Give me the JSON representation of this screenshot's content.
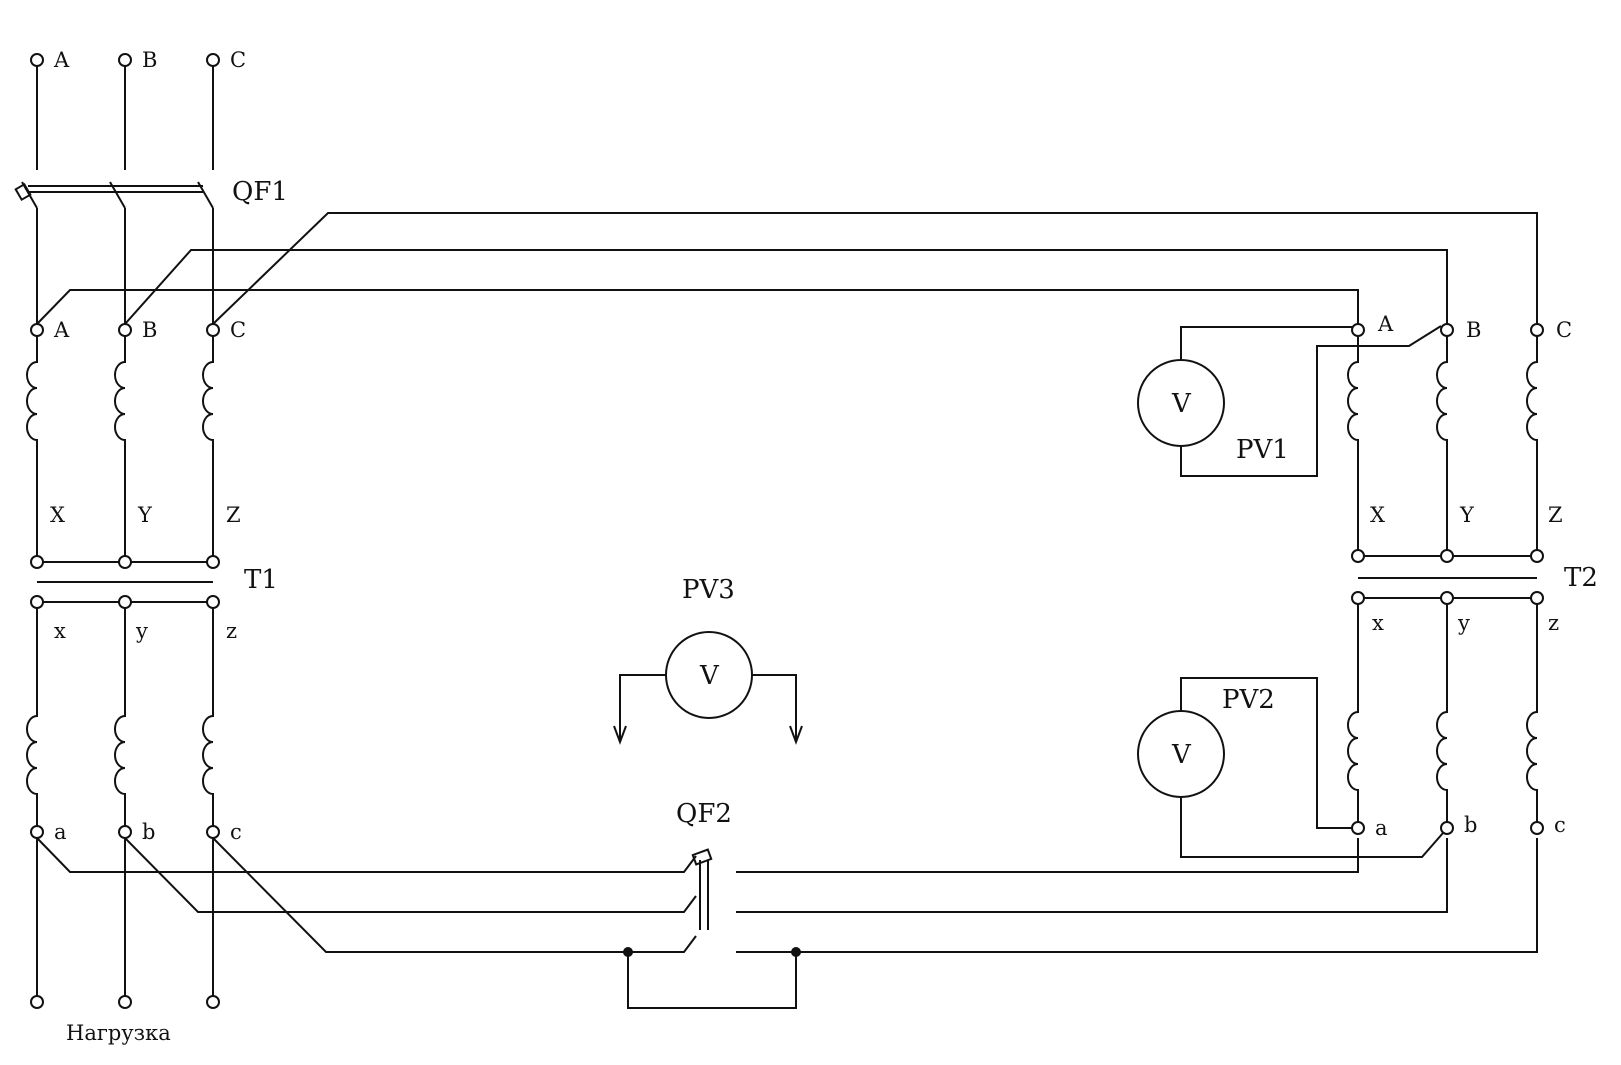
{
  "supply": {
    "phases": [
      "A",
      "B",
      "C"
    ]
  },
  "T1": {
    "name": "T1",
    "primary_top": [
      "A",
      "B",
      "C"
    ],
    "primary_bottom": [
      "X",
      "Y",
      "Z"
    ],
    "secondary_top": [
      "x",
      "y",
      "z"
    ],
    "secondary_bottom": [
      "a",
      "b",
      "c"
    ]
  },
  "T2": {
    "name": "T2",
    "primary_top": [
      "A",
      "B",
      "C"
    ],
    "primary_bottom": [
      "X",
      "Y",
      "Z"
    ],
    "secondary_top": [
      "x",
      "y",
      "z"
    ],
    "secondary_bottom": [
      "a",
      "b",
      "c"
    ]
  },
  "breakers": {
    "qf1": "QF1",
    "qf2": "QF2"
  },
  "meters": {
    "pv1": "PV1",
    "pv2": "PV2",
    "pv3": "PV3",
    "symbol": "V"
  },
  "load_label": "Нагрузка"
}
